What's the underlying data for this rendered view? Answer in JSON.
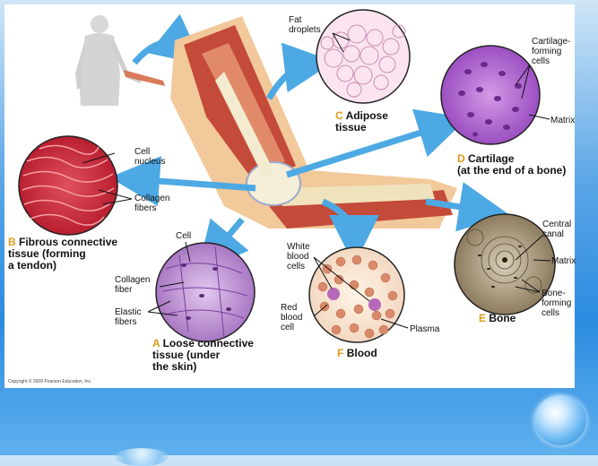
{
  "labels": {
    "fat_droplets": "Fat\ndroplets",
    "adipose_letter": "C",
    "adipose_title": "Adipose\ntissue",
    "cartilage_forming": "Cartilage-\nforming\ncells",
    "matrix_cartilage": "Matrix",
    "cartilage_letter": "D",
    "cartilage_title": "Cartilage\n(at the end of a bone)",
    "cell_nucleus": "Cell\nnucleus",
    "collagen_fibers": "Collagen\nfibers",
    "fibrous_letter": "B",
    "fibrous_title": "Fibrous connective\ntissue (forming\na tendon)",
    "cell": "Cell",
    "collagen_fiber": "Collagen\nfiber",
    "elastic_fibers": "Elastic\nfibers",
    "loose_letter": "A",
    "loose_title": "Loose connective\ntissue (under\nthe skin)",
    "white_blood_cells": "White\nblood\ncells",
    "red_blood_cell": "Red\nblood\ncell",
    "plasma": "Plasma",
    "blood_letter": "F",
    "blood_title": "Blood",
    "central_canal": "Central\ncanal",
    "matrix_bone": "Matrix",
    "bone_forming": "Bone-\nforming\ncells",
    "bone_letter": "E",
    "bone_title": "Bone"
  },
  "copyright": "Copyright © 2009 Pearson Education, Inc.",
  "colors": {
    "letter_orange": "#e09a1a",
    "arrow_blue": "#4da9e3",
    "background_blue": "#2c8be0"
  }
}
